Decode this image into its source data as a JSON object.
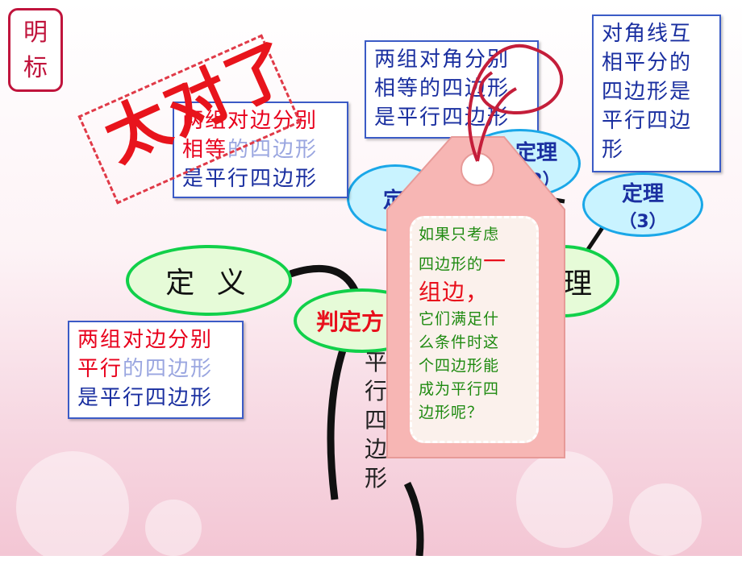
{
  "badge": {
    "line1": "明",
    "line2": "标"
  },
  "stamp": {
    "text": "太对了"
  },
  "boxes": {
    "top_middle": {
      "l1": "两组对角分别",
      "l2": "相等的四边形",
      "l3": "是平行四边形"
    },
    "top_right": {
      "l1": "对角线互",
      "l2": "相平分的",
      "l3": "四边形是",
      "l4": "平行四边",
      "l5": "形"
    },
    "left_middle": {
      "l1": "两组对边分别",
      "l2a": "相等",
      "l2b": "的四边形",
      "l3": "是平行四边形"
    },
    "bottom_left": {
      "l1": "两组对边分别",
      "l2a": "平行",
      "l2b": "的四边形",
      "l3": "是平行四边形"
    }
  },
  "nodes": {
    "definition": "定  义",
    "judge": "判定方",
    "theorem_top": "定理",
    "theorem_top_num": "（2）",
    "theorem_left": "定理",
    "theorem_right": "定理",
    "theorem_right_num": "（3）",
    "theorem_mid": "理"
  },
  "vertical_text": [
    "平",
    "行",
    "四",
    "边",
    "形"
  ],
  "tag": {
    "l1": "如果只考虑",
    "l2a": "四边形的",
    "l2b": "一",
    "l3": "组边，",
    "l4": "它们满足什",
    "l5": "么条件时这",
    "l6": "个四边形能",
    "l7": "成为平行四",
    "l8": "边形呢？"
  },
  "colors": {
    "accent_red": "#e8001c",
    "box_blue": "#1a2fa0",
    "ellipse_green": "#11d04a",
    "ellipse_cyan": "#1aa7e8",
    "tag_pink": "#f7b6b4"
  }
}
